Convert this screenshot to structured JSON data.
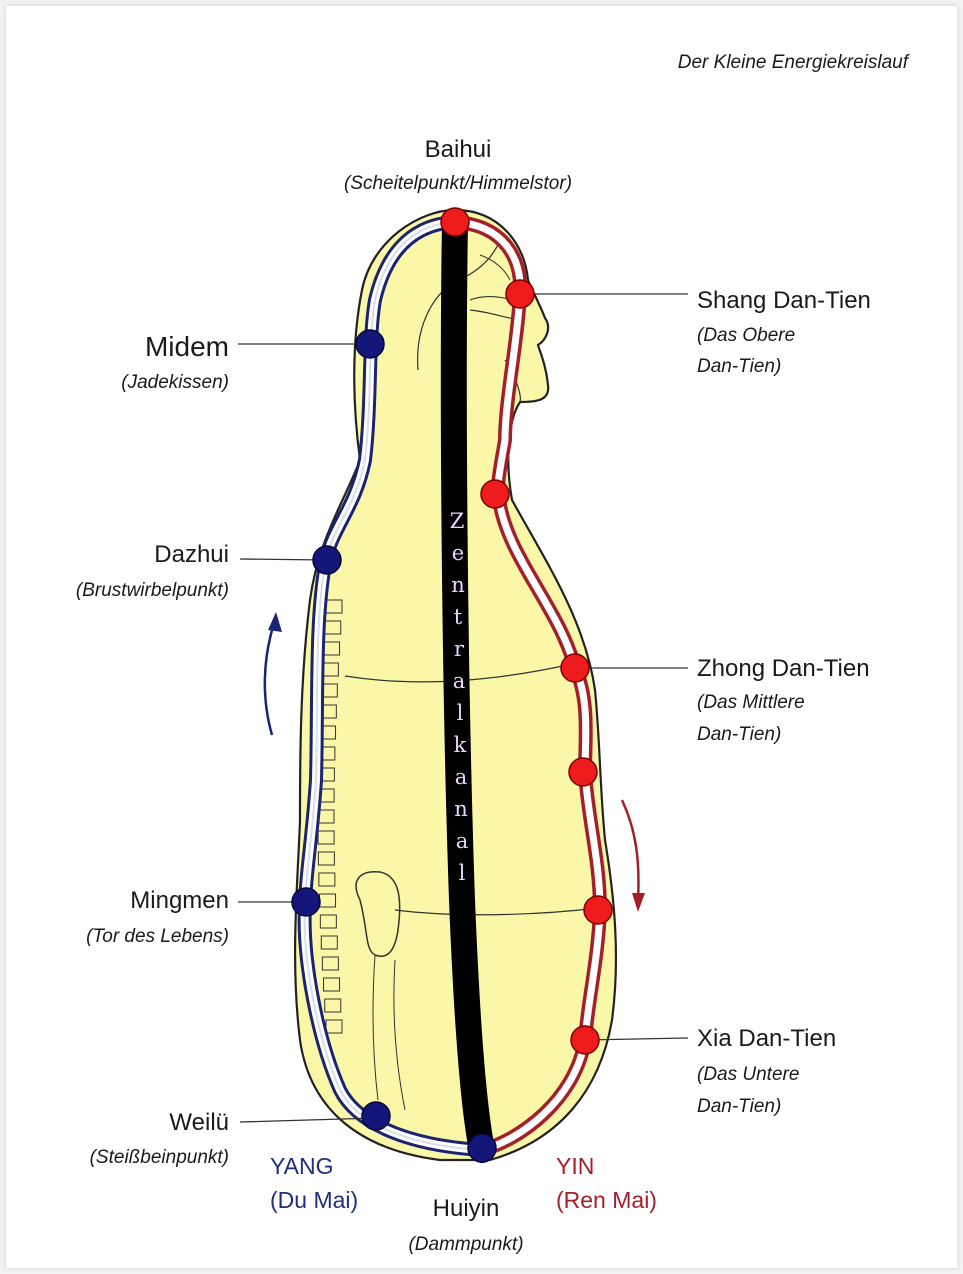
{
  "header": {
    "title": "Der Kleine Energiekreislauf"
  },
  "central_channel": {
    "label": [
      "Z",
      "e",
      "n",
      "t",
      "r",
      "a",
      "l",
      "k",
      "a",
      "n",
      "a",
      "l"
    ]
  },
  "points": {
    "baihui": {
      "name": "Baihui",
      "sub": "(Scheitelpunkt/Himmelstor)"
    },
    "shang": {
      "name": "Shang Dan-Tien",
      "sub1": "(Das Obere",
      "sub2": "Dan-Tien)"
    },
    "midem": {
      "name": "Midem",
      "sub": "(Jadekissen)"
    },
    "dazhui": {
      "name": "Dazhui",
      "sub": "(Brustwirbelpunkt)"
    },
    "zhong": {
      "name": "Zhong Dan-Tien",
      "sub1": "(Das Mittlere",
      "sub2": "Dan-Tien)"
    },
    "mingmen": {
      "name": "Mingmen",
      "sub": "(Tor des Lebens)"
    },
    "xia": {
      "name": "Xia Dan-Tien",
      "sub1": "(Das Untere",
      "sub2": "Dan-Tien)"
    },
    "weilu": {
      "name": "Weilü",
      "sub": "(Steißbeinpunkt)"
    },
    "huiyin": {
      "name": "Huiyin",
      "sub": "(Dammpunkt)"
    }
  },
  "channels": {
    "yang": {
      "label": "YANG",
      "sub": "(Du Mai)",
      "color": "#1f2f7a"
    },
    "yin": {
      "label": "YIN",
      "sub": "(Ren Mai)",
      "color": "#a3202a"
    }
  },
  "colors": {
    "body": "#fbf7a8",
    "yang_point": "#14167a",
    "yin_point": "#ee1c1c",
    "channel": "#000000"
  }
}
